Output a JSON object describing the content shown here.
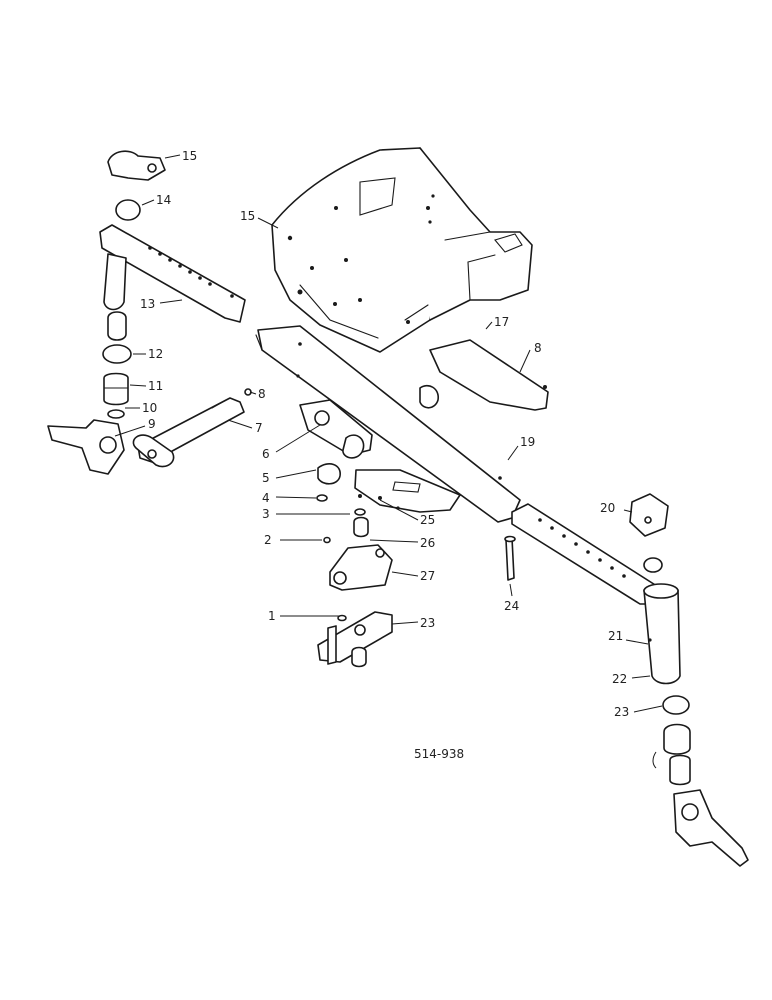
{
  "diagram": {
    "callouts": [
      {
        "key": "c15a",
        "label": "15"
      },
      {
        "key": "c14",
        "label": "14"
      },
      {
        "key": "c15b",
        "label": "15"
      },
      {
        "key": "c13",
        "label": "13"
      },
      {
        "key": "c12",
        "label": "12"
      },
      {
        "key": "c11",
        "label": "11"
      },
      {
        "key": "c10",
        "label": "10"
      },
      {
        "key": "c9",
        "label": "9"
      },
      {
        "key": "c8a",
        "label": "8"
      },
      {
        "key": "c7",
        "label": "7"
      },
      {
        "key": "c6",
        "label": "6"
      },
      {
        "key": "c5",
        "label": "5"
      },
      {
        "key": "c4",
        "label": "4"
      },
      {
        "key": "c3",
        "label": "3"
      },
      {
        "key": "c2",
        "label": "2"
      },
      {
        "key": "c1",
        "label": "1"
      },
      {
        "key": "c17",
        "label": "17"
      },
      {
        "key": "c8b",
        "label": "8"
      },
      {
        "key": "c19",
        "label": "19"
      },
      {
        "key": "c25",
        "label": "25"
      },
      {
        "key": "c26",
        "label": "26"
      },
      {
        "key": "c27",
        "label": "27"
      },
      {
        "key": "c23a",
        "label": "23"
      },
      {
        "key": "c24",
        "label": "24"
      },
      {
        "key": "c20",
        "label": "20"
      },
      {
        "key": "c21",
        "label": "21"
      },
      {
        "key": "c22",
        "label": "22"
      },
      {
        "key": "c23b",
        "label": "23"
      }
    ],
    "drawing_number": "514-938"
  }
}
